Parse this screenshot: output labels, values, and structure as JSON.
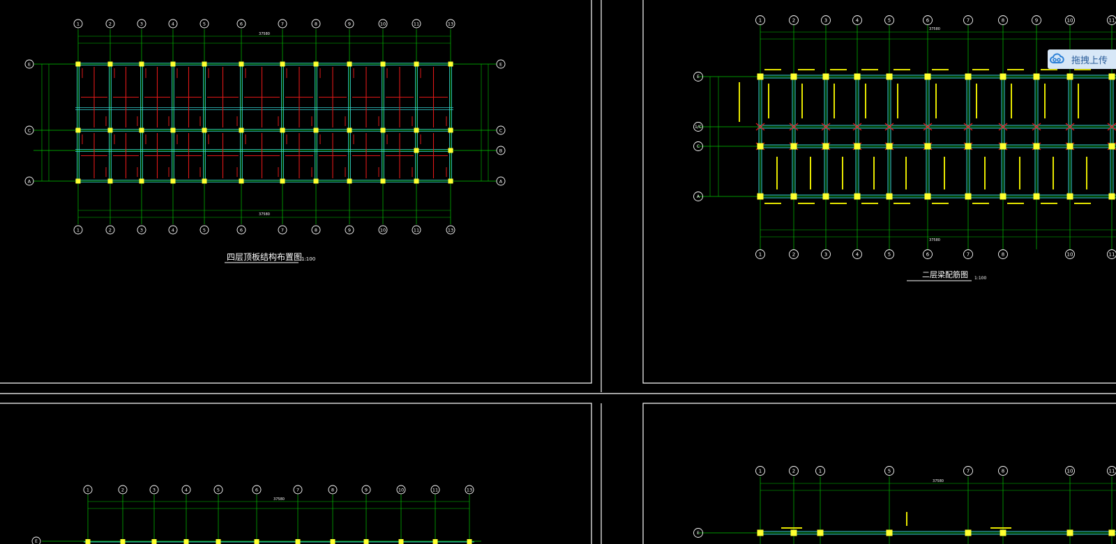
{
  "colors": {
    "background": "#000000",
    "frame": "#ffffff",
    "axis": "#00c800",
    "beam": "#37d6d6",
    "rebar": "#e01818",
    "column": "#ffff30",
    "annotation": "#e8e800",
    "text": "#ffffff"
  },
  "upload_button": {
    "label": "拖拽上传",
    "icon": "cloud-upload-icon"
  },
  "drawings": [
    {
      "id": "plan-roof-4",
      "title": "四层顶板结构布置图",
      "scale": "1:100",
      "grid_x": [
        "1",
        "2",
        "3",
        "4",
        "5",
        "6",
        "7",
        "8",
        "9",
        "10",
        "11",
        "13"
      ],
      "grid_y": [
        "E",
        "C",
        "B",
        "A"
      ],
      "total_dim": "37580"
    },
    {
      "id": "plan-beam-2",
      "title": "二层梁配筋图",
      "scale": "1:100",
      "grid_x": [
        "1",
        "2",
        "3",
        "4",
        "5",
        "6",
        "7",
        "8",
        "9",
        "10",
        "11"
      ],
      "grid_x_bottom": [
        "1",
        "2",
        "3",
        "4",
        "5",
        "6",
        "7",
        "8",
        "10",
        "11"
      ],
      "grid_y": [
        "E",
        "1/C",
        "C",
        "A"
      ],
      "total_dim": "37580"
    },
    {
      "id": "plan-bottom-left",
      "grid_x": [
        "1",
        "2",
        "3",
        "4",
        "5",
        "6",
        "7",
        "8",
        "9",
        "10",
        "11",
        "13"
      ],
      "grid_y": [
        "E"
      ],
      "total_dim": "37580"
    },
    {
      "id": "plan-bottom-right",
      "grid_x": [
        "1",
        "2",
        "1",
        "5",
        "7",
        "8",
        "10",
        "11"
      ],
      "grid_y": [
        "E"
      ],
      "total_dim": "37580"
    }
  ]
}
